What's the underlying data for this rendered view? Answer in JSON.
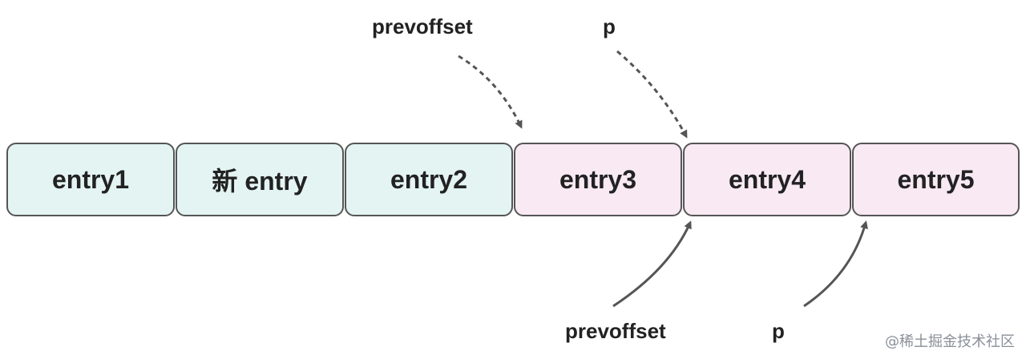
{
  "entries": [
    {
      "label": "entry1",
      "color": "#e3f4f2"
    },
    {
      "label": "新 entry",
      "color": "#e3f4f2"
    },
    {
      "label": "entry2",
      "color": "#e3f4f2"
    },
    {
      "label": "entry3",
      "color": "#f8e9f3"
    },
    {
      "label": "entry4",
      "color": "#f8e9f3"
    },
    {
      "label": "entry5",
      "color": "#f8e9f3"
    }
  ],
  "pointers_before": {
    "prevoffset": "prevoffset",
    "p": "p"
  },
  "pointers_after": {
    "prevoffset": "prevoffset",
    "p": "p"
  },
  "watermark": "@稀土掘金技术社区",
  "colors": {
    "border": "#555555",
    "arrow": "#555555",
    "text": "#222222"
  }
}
